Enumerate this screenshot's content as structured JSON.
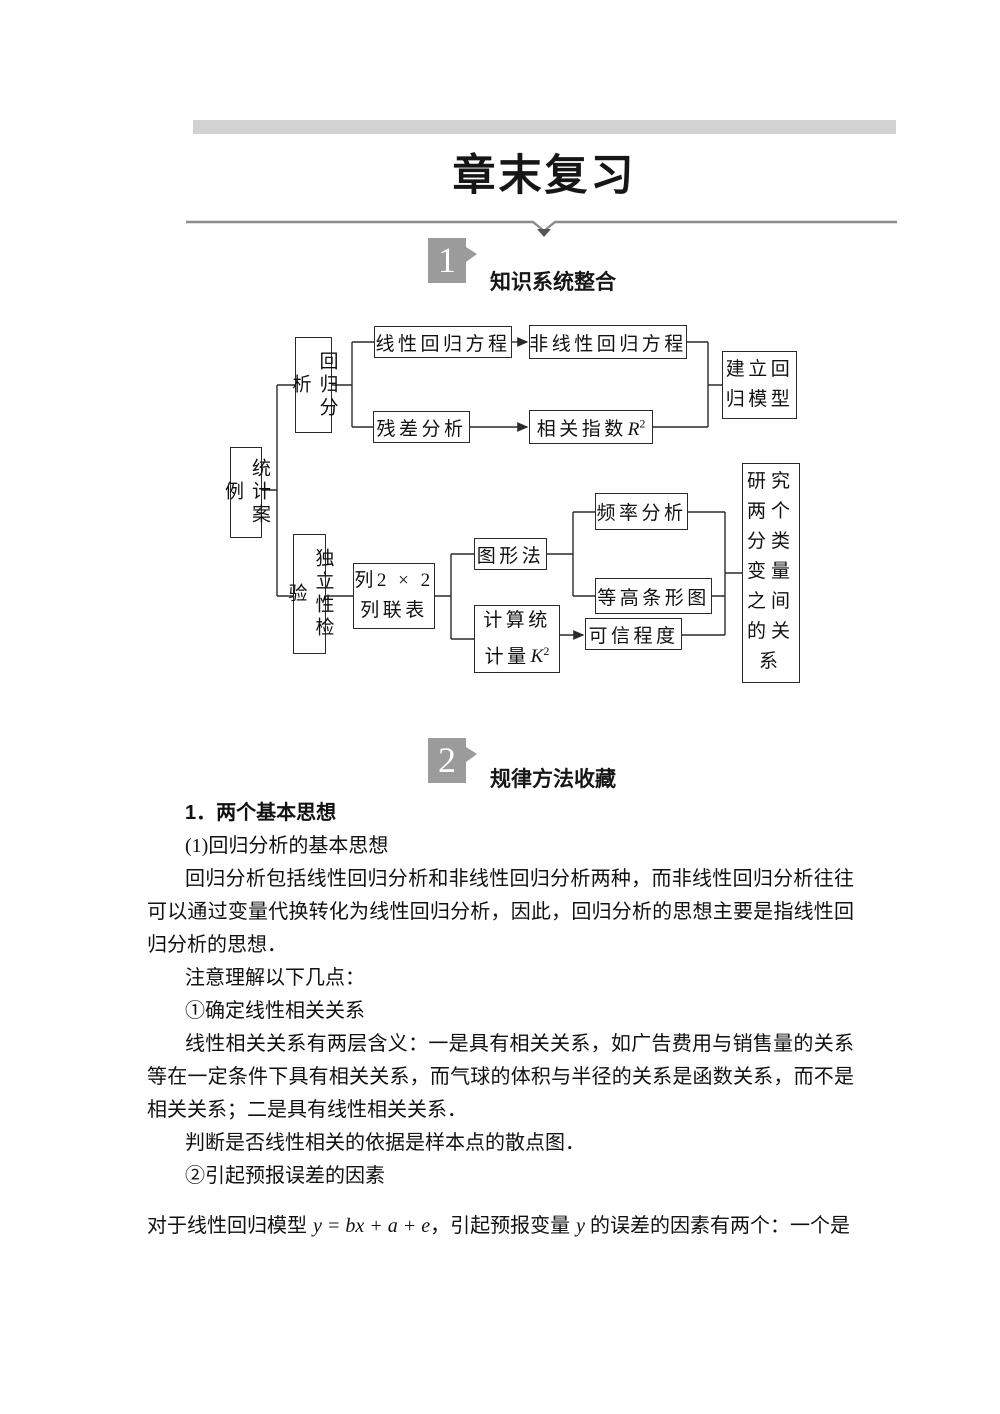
{
  "header": {
    "title": "章末复习"
  },
  "sections": {
    "s1": {
      "number": "1",
      "label": "知识系统整合"
    },
    "s2": {
      "number": "2",
      "label": "规律方法收藏"
    }
  },
  "flowchart": {
    "stat": "统计案例",
    "regr": "回归分析",
    "linear": "线性回归方程",
    "nonlinear": "非线性回归方程",
    "residual": "残差分析",
    "corr_text": "相关指数",
    "corr_var": "R",
    "corr_sup": "2",
    "build_l1": "建立回",
    "build_l2": "归模型",
    "indep": "独立性检验",
    "table_l1": "列2 × 2",
    "table_l2": "列联表",
    "graph": "图形法",
    "freq": "频率分析",
    "bar": "等高条形图",
    "calc_l1": "计算统",
    "calc_l2": "计量",
    "calc_var": "K",
    "calc_sup": "2",
    "cred": "可信程度",
    "study": "研究两个分类变量之间的关系"
  },
  "content": {
    "blocks": [
      {
        "text": "1．两个基本思想"
      },
      {
        "text": "(1)回归分析的基本思想"
      },
      {
        "text": "回归分析包括线性回归分析和非线性回归分析两种，而非线性回归分析往往可以通过变量代换转化为线性回归分析，因此，回归分析的思想主要是指线性回归分析的思想．"
      },
      {
        "text": "注意理解以下几点："
      },
      {
        "text": "①确定线性相关关系"
      },
      {
        "text": "线性相关关系有两层含义：一是具有相关关系，如广告费用与销售量的关系等在一定条件下具有相关关系，而气球的体积与半径的关系是函数关系，而不是相关关系；二是具有线性相关关系．"
      },
      {
        "text": "判断是否线性相关的依据是样本点的散点图．"
      },
      {
        "text": "②引起预报误差的因素"
      }
    ],
    "last": {
      "pre": "对于线性回归模型 ",
      "eq": "y = bx + a + e",
      "mid": "，引起预报变量 ",
      "var2": "y",
      "post": " 的误差的因素有两个：一个是"
    }
  }
}
